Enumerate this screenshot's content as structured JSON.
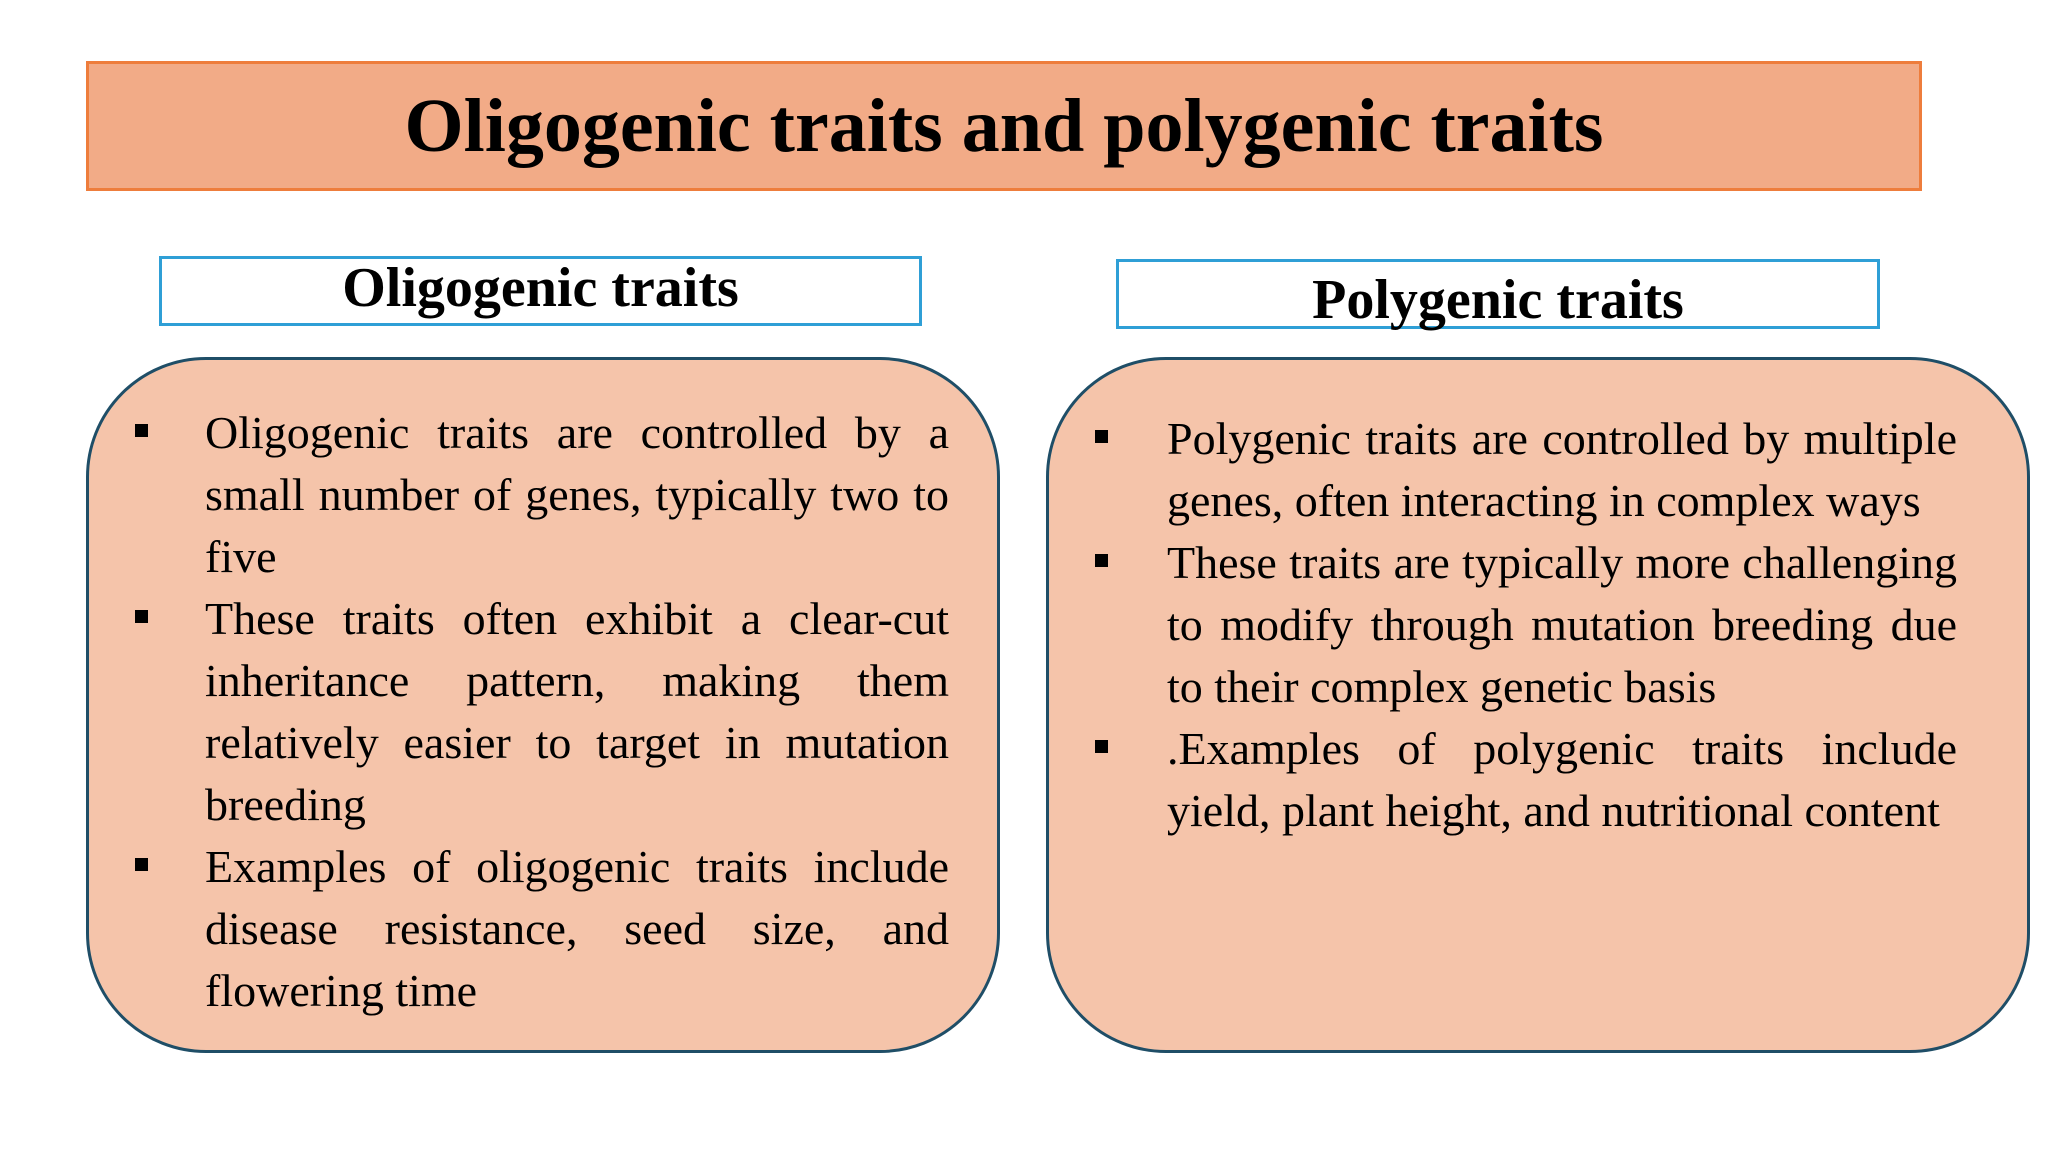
{
  "title": "Oligogenic traits and polygenic traits",
  "left": {
    "heading": "Oligogenic traits",
    "bullets": [
      "Oligogenic traits are controlled by a small number of genes, typically two to five",
      "These traits often exhibit a clear-cut inheritance pattern, making them relatively easier to target in mutation breeding",
      "Examples of oligogenic traits include disease resistance, seed size, and flowering time"
    ]
  },
  "right": {
    "heading": "Polygenic traits",
    "bullets": [
      "Polygenic traits are controlled by multiple genes, often interacting in complex ways",
      "These traits are typically more challenging to modify through mutation breeding due to their complex genetic basis",
      ".Examples of polygenic traits include yield, plant height, and nutritional content"
    ]
  },
  "colors": {
    "title_fill": "#f2ab87",
    "title_border": "#ee7d3c",
    "header_border": "#2f9fd6",
    "box_fill": "#f5c4aa",
    "box_border": "#1f4e67"
  },
  "icons": {
    "bullet": "square-bullet-icon"
  }
}
